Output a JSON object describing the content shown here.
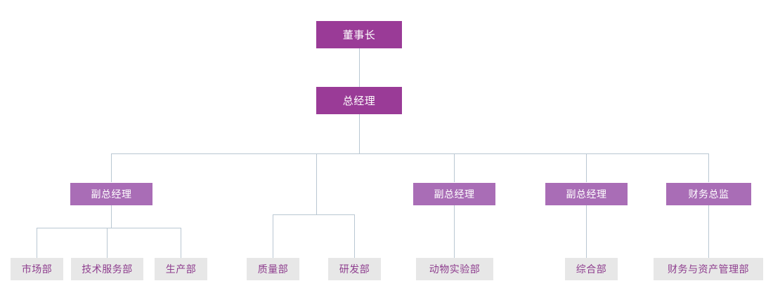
{
  "chart_data": {
    "type": "diagram",
    "diagram_type": "organization-chart",
    "title": "",
    "colors": {
      "top_box_fill": "#9a3b97",
      "top_box_text": "#ffffff",
      "mid_box_fill": "#a96db6",
      "mid_box_text": "#ffffff",
      "leaf_box_fill": "#e7e7e7",
      "leaf_box_text": "#8e3d8e",
      "connector_line": "#b9c7d2",
      "background": "#ffffff"
    },
    "nodes": [
      {
        "id": "n0",
        "label": "董事长",
        "level": 0,
        "parent": null
      },
      {
        "id": "n1",
        "label": "总经理",
        "level": 1,
        "parent": "n0"
      },
      {
        "id": "n2",
        "label": "副总经理",
        "level": 2,
        "parent": "n1"
      },
      {
        "id": "n3",
        "label": "",
        "level": 2,
        "parent": "n1"
      },
      {
        "id": "n4",
        "label": "副总经理",
        "level": 2,
        "parent": "n1"
      },
      {
        "id": "n5",
        "label": "副总经理",
        "level": 2,
        "parent": "n1"
      },
      {
        "id": "n6",
        "label": "财务总监",
        "level": 2,
        "parent": "n1"
      },
      {
        "id": "n7",
        "label": "市场部",
        "level": 3,
        "parent": "n2"
      },
      {
        "id": "n8",
        "label": "技术服务部",
        "level": 3,
        "parent": "n2"
      },
      {
        "id": "n9",
        "label": "生产部",
        "level": 3,
        "parent": "n2"
      },
      {
        "id": "n10",
        "label": "质量部",
        "level": 3,
        "parent": "n3"
      },
      {
        "id": "n11",
        "label": "研发部",
        "level": 3,
        "parent": "n3"
      },
      {
        "id": "n12",
        "label": "动物实验部",
        "level": 3,
        "parent": "n4"
      },
      {
        "id": "n13",
        "label": "综合部",
        "level": 3,
        "parent": "n5"
      },
      {
        "id": "n14",
        "label": "财务与资产管理部",
        "level": 3,
        "parent": "n6"
      }
    ]
  },
  "org": {
    "chairman": {
      "label": "董事长"
    },
    "general_manager": {
      "label": "总经理"
    },
    "executives": [
      {
        "label": "副总经理"
      },
      {
        "label": "副总经理"
      },
      {
        "label": "副总经理"
      },
      {
        "label": "财务总监"
      }
    ],
    "departments": [
      {
        "label": "市场部"
      },
      {
        "label": "技术服务部"
      },
      {
        "label": "生产部"
      },
      {
        "label": "质量部"
      },
      {
        "label": "研发部"
      },
      {
        "label": "动物实验部"
      },
      {
        "label": "综合部"
      },
      {
        "label": "财务与资产管理部"
      }
    ]
  }
}
